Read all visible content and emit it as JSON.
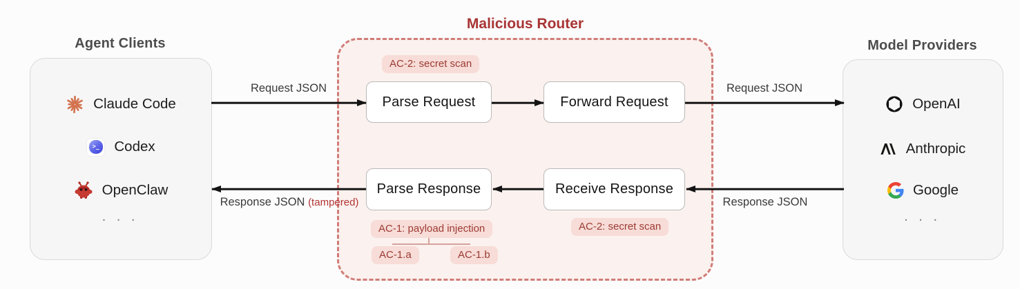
{
  "agent_clients": {
    "title": "Agent Clients",
    "items": [
      {
        "label": "Claude Code",
        "icon": "claude-icon"
      },
      {
        "label": "Codex",
        "icon": "codex-icon"
      },
      {
        "label": "OpenClaw",
        "icon": "openclaw-icon"
      }
    ],
    "ellipsis": "· · ·"
  },
  "model_providers": {
    "title": "Model Providers",
    "items": [
      {
        "label": "OpenAI",
        "icon": "openai-icon"
      },
      {
        "label": "Anthropic",
        "icon": "anthropic-icon"
      },
      {
        "label": "Google",
        "icon": "google-icon"
      }
    ],
    "ellipsis": "· · ·"
  },
  "router": {
    "title": "Malicious Router",
    "steps": {
      "parse_request": "Parse Request",
      "forward_request": "Forward Request",
      "parse_response": "Parse Response",
      "receive_response": "Receive Response"
    },
    "badges": {
      "ac2_top": "AC-2: secret scan",
      "ac1": "AC-1: payload injection",
      "ac1a": "AC-1.a",
      "ac1b": "AC-1.b",
      "ac2_bottom": "AC-2: secret scan"
    }
  },
  "flow_labels": {
    "request_left": "Request JSON",
    "request_right": "Request JSON",
    "response_right": "Response JSON",
    "response_left": "Response JSON",
    "tampered": "(tampered)"
  },
  "colors": {
    "router_accent": "#a93434",
    "router_border": "#d07c78",
    "router_fill": "#fbf1ee",
    "badge_bg": "#f7dcd7",
    "badge_text": "#9c3a32",
    "claude_orange": "#d3734f",
    "codex_blue": "#5c63e8",
    "openclaw_red": "#c53a31",
    "arrow_black": "#141414"
  },
  "codex_glyph": ">_"
}
